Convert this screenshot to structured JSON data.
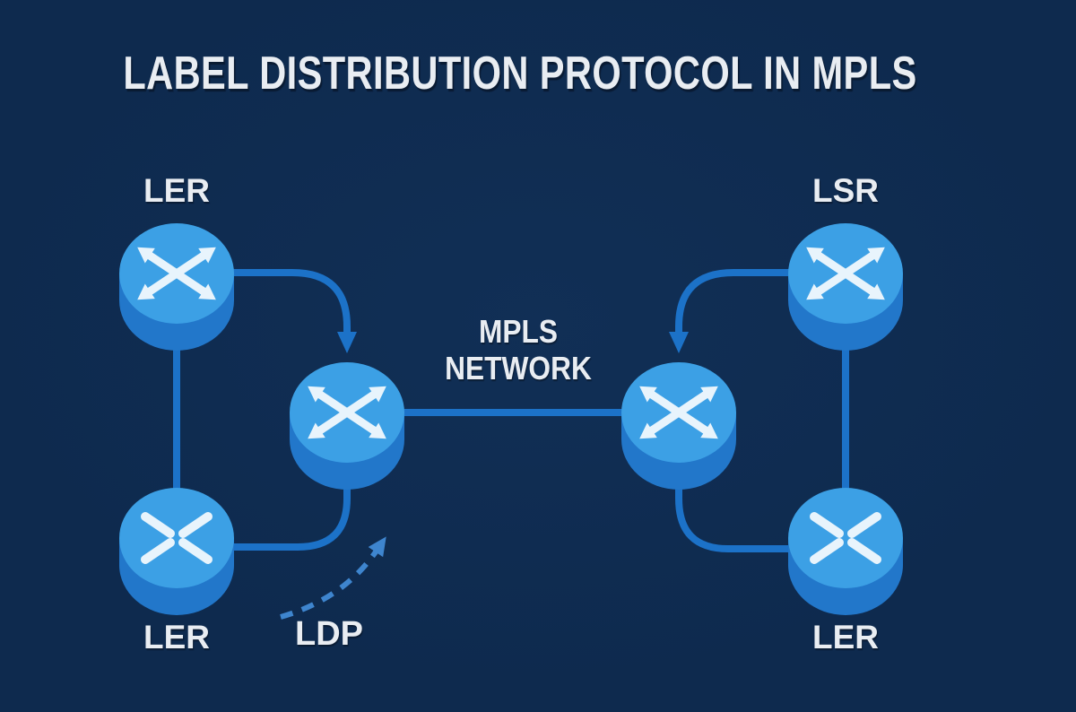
{
  "title": "LABEL DISTRIBUTION PROTOCOL IN MPLS",
  "colors": {
    "background": "#0e2a4e",
    "text": "#e9edf2",
    "router-top": "#3ca0e5",
    "router-side": "#2277ca",
    "line": "#1c72c8",
    "icon": "#e8f4fc",
    "dashed": "#3e85ce"
  },
  "nodes": {
    "ler_top_left": {
      "label": "LER",
      "icon": "crossed-arrows-router-icon"
    },
    "ler_bottom_left": {
      "label": "LER",
      "icon": "x-router-icon"
    },
    "core_left": {
      "label": "",
      "icon": "crossed-arrows-router-icon"
    },
    "core_right": {
      "label": "",
      "icon": "crossed-arrows-router-icon"
    },
    "lsr_top_right": {
      "label": "LSR",
      "icon": "crossed-arrows-router-icon"
    },
    "ler_bottom_right": {
      "label": "LER",
      "icon": "x-router-icon"
    }
  },
  "annotations": {
    "network": "MPLS NETWORK",
    "ldp": "LDP"
  },
  "edges": [
    {
      "from": "ler_top_left",
      "to": "ler_bottom_left",
      "style": "solid-line"
    },
    {
      "from": "ler_top_left",
      "to": "core_left",
      "style": "solid-arrow"
    },
    {
      "from": "ler_bottom_left",
      "to": "core_left",
      "style": "solid-line"
    },
    {
      "from": "core_left",
      "to": "core_right",
      "style": "solid-line"
    },
    {
      "from": "lsr_top_right",
      "to": "core_right",
      "style": "solid-arrow"
    },
    {
      "from": "lsr_top_right",
      "to": "ler_bottom_right",
      "style": "solid-line"
    },
    {
      "from": "ler_bottom_right",
      "to": "core_right",
      "style": "solid-line"
    },
    {
      "from": "ler_bottom_left",
      "to": "core_left",
      "style": "dashed-arrow",
      "label": "LDP"
    }
  ]
}
